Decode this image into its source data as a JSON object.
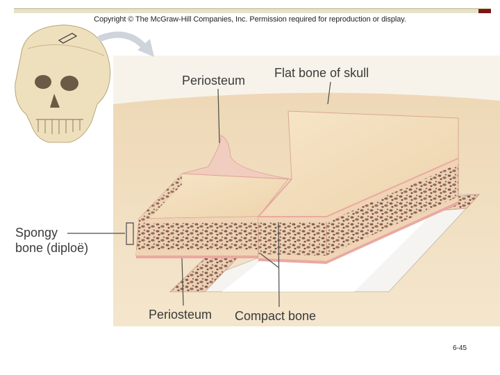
{
  "header": {
    "copyright": "Copyright © The McGraw-Hill Companies, Inc. Permission required for reproduction or display."
  },
  "labels": {
    "periosteum_top": "Periosteum",
    "flat_bone": "Flat bone of skull",
    "spongy_line1": "Spongy",
    "spongy_line2": "bone (diploë)",
    "periosteum_bottom": "Periosteum",
    "compact_bone": "Compact bone"
  },
  "footer": {
    "page_number": "6-45"
  },
  "colors": {
    "bone_surface": "#f3dcb8",
    "bone_edge": "#d9a98c",
    "spongy_dark": "#8a5a4a",
    "spongy_light": "#ead2b6",
    "periosteum": "#e9a9a0",
    "skull": "#efe0bd",
    "arrow": "#cfd3dc"
  }
}
